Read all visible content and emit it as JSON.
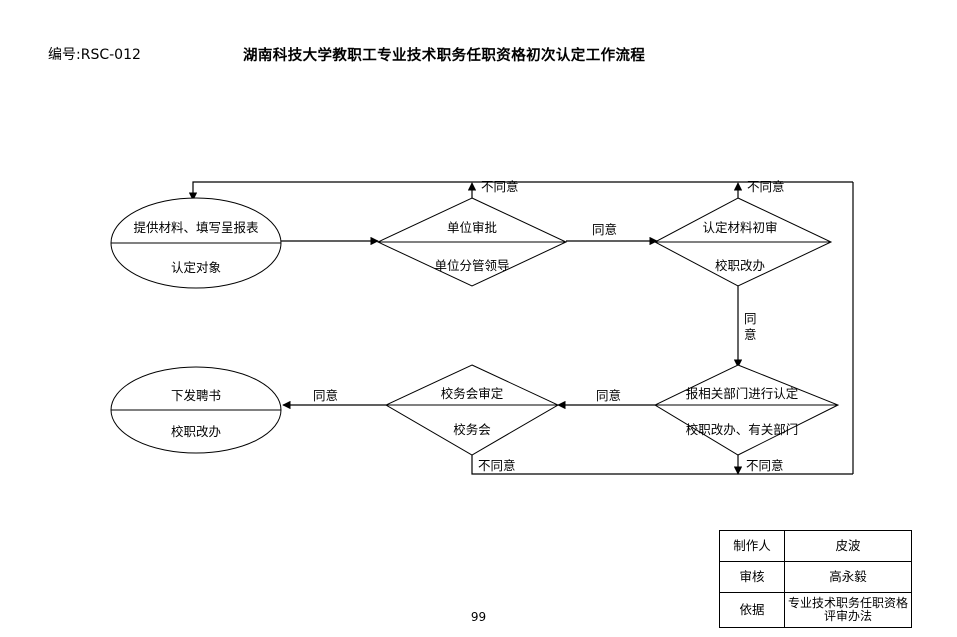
{
  "header": {
    "doc_id": "编号:RSC-012",
    "title": "湖南科技大学教职工专业技术职务任职资格初次认定工作流程"
  },
  "page_number": "99",
  "flowchart": {
    "nodes": [
      {
        "id": "start",
        "shape": "ellipse",
        "top_text": "提供材料、填写呈报表",
        "bottom_text": "认定对象"
      },
      {
        "id": "unit-approval",
        "shape": "diamond",
        "top_text": "单位审批",
        "bottom_text": "单位分管领导"
      },
      {
        "id": "material-review",
        "shape": "diamond",
        "top_text": "认定材料初审",
        "bottom_text": "校职改办"
      },
      {
        "id": "report-department",
        "shape": "diamond",
        "top_text": "报相关部门进行认定",
        "bottom_text": "校职改办、有关部门"
      },
      {
        "id": "school-meeting",
        "shape": "diamond",
        "top_text": "校务会审定",
        "bottom_text": "校务会"
      },
      {
        "id": "issue-certificate",
        "shape": "ellipse",
        "top_text": "下发聘书",
        "bottom_text": "校职改办"
      }
    ],
    "edge_labels": {
      "unit_reject": "不同意",
      "unit_agree": "同意",
      "review_reject": "不同意",
      "review_agree_1": "同",
      "review_agree_2": "意",
      "report_agree": "同意",
      "report_reject": "不同意",
      "meeting_agree": "同意",
      "meeting_reject": "不同意"
    }
  },
  "meta_table": {
    "rows": [
      {
        "key": "制作人",
        "value": "皮波"
      },
      {
        "key": "审核",
        "value": "高永毅"
      },
      {
        "key": "依据",
        "value": "专业技术职务任职资格",
        "value2": "评审办法"
      }
    ]
  }
}
